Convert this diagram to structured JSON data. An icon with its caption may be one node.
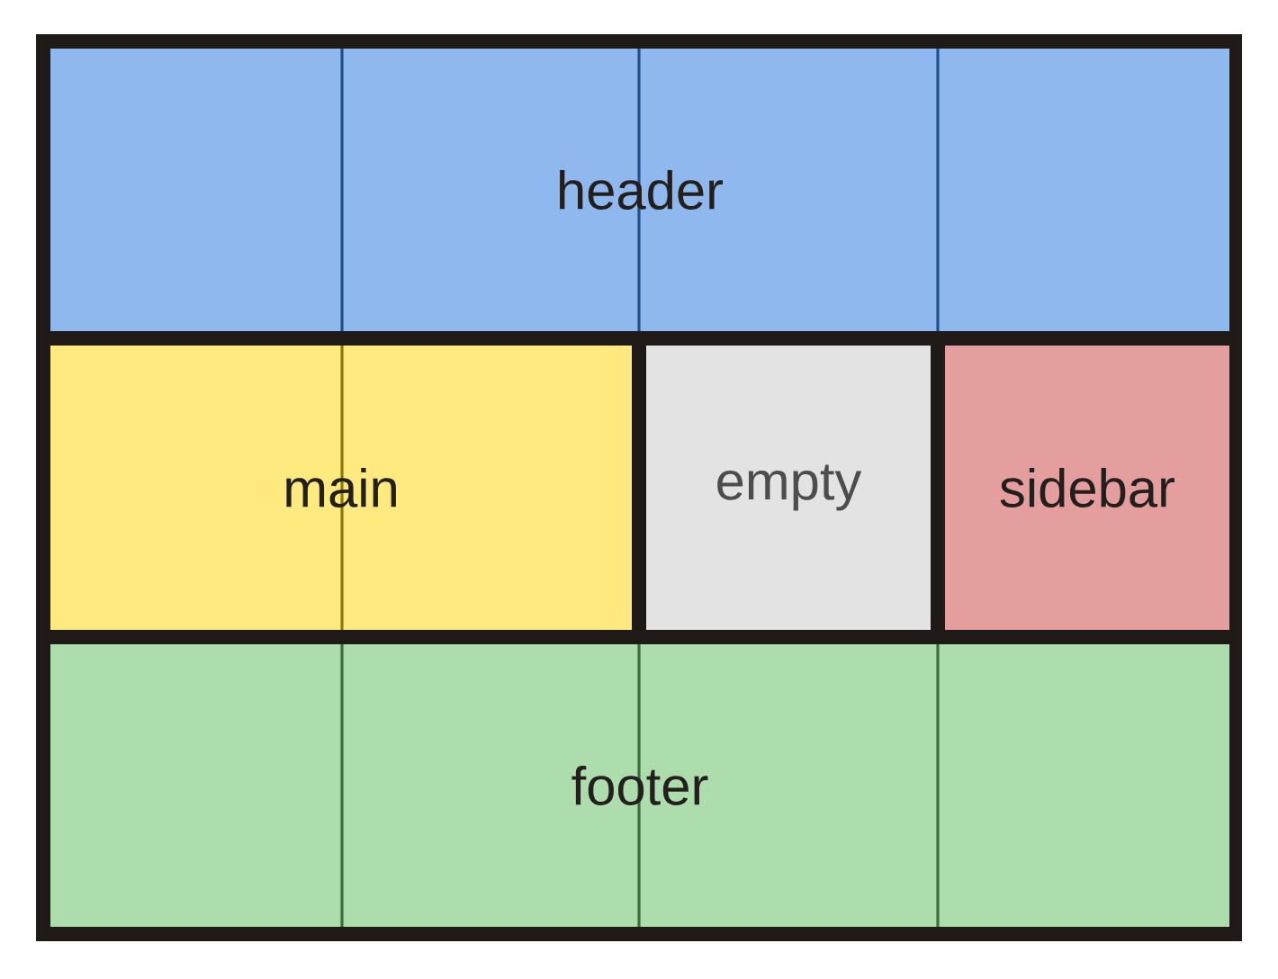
{
  "diagram": {
    "nodes": [
      {
        "text": [
          "header"
        ]
      },
      {
        "text": [
          "main"
        ]
      },
      {
        "text": [
          "empty"
        ]
      },
      {
        "text": [
          "sidebar"
        ]
      },
      {
        "text": [
          "footer"
        ]
      }
    ]
  }
}
